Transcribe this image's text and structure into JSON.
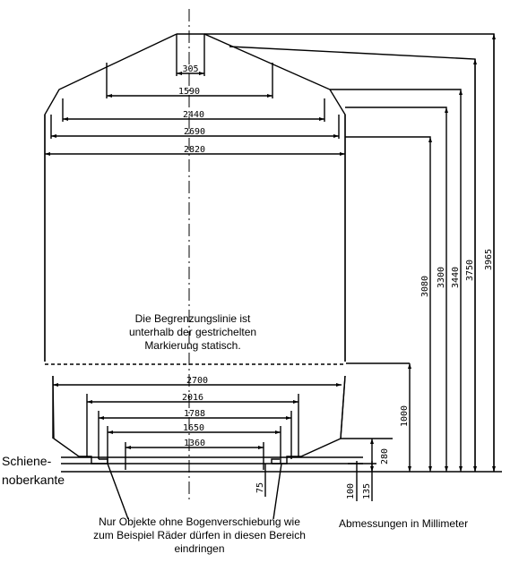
{
  "diagram": {
    "horizontal_dimensions": [
      "305",
      "1590",
      "2440",
      "2690",
      "2820",
      "2700",
      "2016",
      "1788",
      "1650",
      "1360"
    ],
    "vertical_dimensions": [
      "3080",
      "3300",
      "3440",
      "3750",
      "3965",
      "1000",
      "280",
      "100",
      "135",
      "75"
    ],
    "note_static": "Die Begrenzungslinie ist unterhalb der gestrichelten Markierung statisch.",
    "rail_top_label": "Schiene-\nnoberkante",
    "wheel_note": "Nur Objekte ohne Bogenverschiebung wie zum Beispiel Räder dürfen in diesen Bereich eindringen",
    "units_note": "Abmessungen in Millimeter"
  }
}
